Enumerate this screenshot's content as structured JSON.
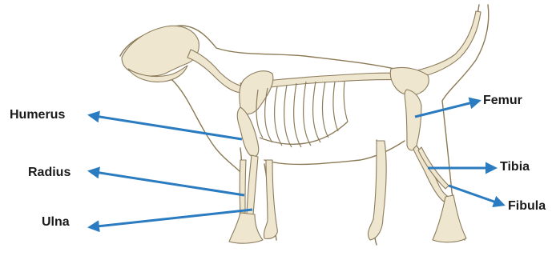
{
  "labels": {
    "humerus": "Humerus",
    "radius": "Radius",
    "ulna": "Ulna",
    "femur": "Femur",
    "tibia": "Tibia",
    "fibula": "Fibula"
  },
  "colors": {
    "arrow": "#2a7bbf",
    "bone_fill": "#efe6cf",
    "bone_stroke": "#8c7c5c",
    "outline": "#8b7a55",
    "label_text": "#1a1a1a"
  }
}
